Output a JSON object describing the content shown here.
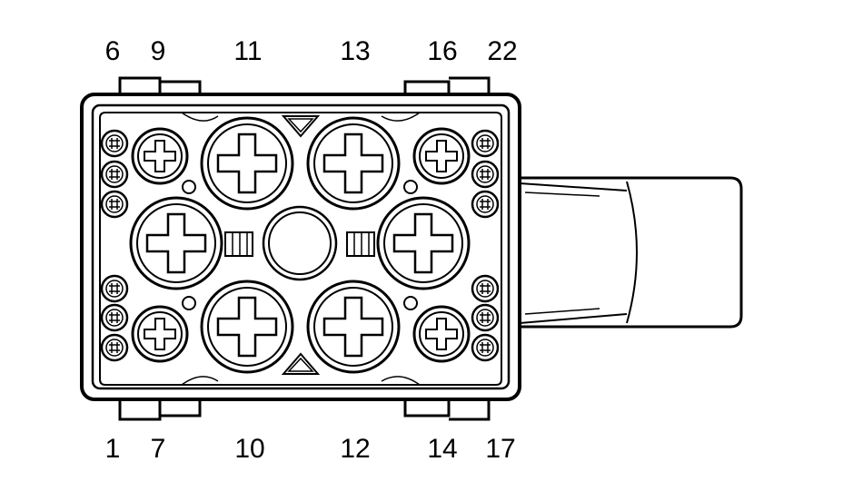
{
  "connector": {
    "top_labels": [
      "6",
      "9",
      "11",
      "13",
      "16",
      "22"
    ],
    "bottom_labels": [
      "1",
      "7",
      "10",
      "12",
      "14",
      "17"
    ]
  },
  "colors": {
    "line": "#000000",
    "background": "#ffffff"
  },
  "cavity_types": [
    "large-cross-terminal",
    "medium-cross-terminal",
    "small-terminal",
    "center-hole"
  ]
}
